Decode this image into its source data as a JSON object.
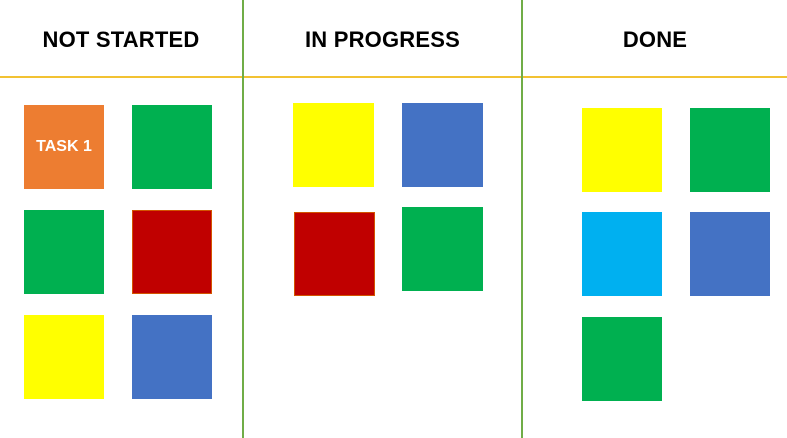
{
  "columns": [
    {
      "title": "NOT STARTED",
      "cards": [
        {
          "color": "#ed7d31",
          "label": "TASK 1"
        },
        {
          "color": "#00b050",
          "label": ""
        },
        {
          "color": "#00b050",
          "label": ""
        },
        {
          "color": "#c00000",
          "label": ""
        },
        {
          "color": "#ffff00",
          "label": ""
        },
        {
          "color": "#4472c4",
          "label": ""
        }
      ]
    },
    {
      "title": "IN PROGRESS",
      "cards": [
        {
          "color": "#ffff00",
          "label": ""
        },
        {
          "color": "#4472c4",
          "label": ""
        },
        {
          "color": "#c00000",
          "label": ""
        },
        {
          "color": "#00b050",
          "label": ""
        }
      ]
    },
    {
      "title": "DONE",
      "cards": [
        {
          "color": "#ffff00",
          "label": ""
        },
        {
          "color": "#00b050",
          "label": ""
        },
        {
          "color": "#00b0f0",
          "label": ""
        },
        {
          "color": "#4472c4",
          "label": ""
        },
        {
          "color": "#00b050",
          "label": ""
        }
      ]
    }
  ],
  "colors": {
    "header_rule": "#f2c232",
    "column_divider": "#70ad47"
  }
}
